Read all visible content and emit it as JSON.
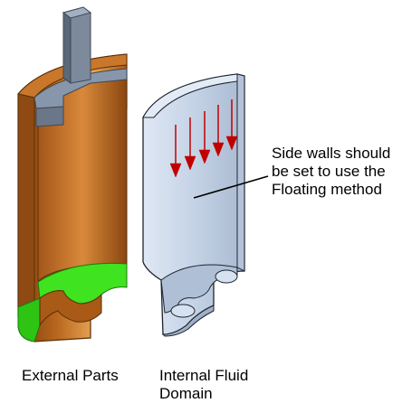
{
  "annotation": {
    "lines": [
      "Side walls should",
      "be set to use the",
      "Floating method"
    ]
  },
  "captions": {
    "left": "External Parts",
    "right_lines": [
      "Internal Fluid",
      "Domain"
    ]
  },
  "colors": {
    "copper": "#b5641c",
    "copper_highlight": "#e39a4c",
    "copper_shadow": "#6e3a0c",
    "green": "#38e21c",
    "steel": "#8796aa",
    "steel_dark": "#5c6878",
    "fluid": "#cad8ea",
    "fluid_shadow": "#9fb0c8",
    "arrow": "#c00000"
  },
  "arrows": {
    "count": 5
  }
}
